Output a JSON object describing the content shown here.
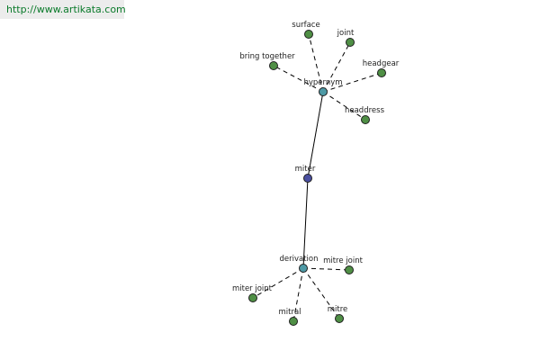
{
  "watermark": "http://www.artikata.com",
  "colors": {
    "leaf": "#4f8f45",
    "relation": "#4e9aa6",
    "center": "#4a4fa0"
  },
  "graph": {
    "nodes": [
      {
        "id": "miter",
        "label": "miter",
        "kind": "center"
      },
      {
        "id": "hypernym",
        "label": "hypernym",
        "kind": "relation"
      },
      {
        "id": "derivation",
        "label": "derivation",
        "kind": "relation"
      },
      {
        "id": "surface",
        "label": "surface",
        "kind": "leaf"
      },
      {
        "id": "joint",
        "label": "joint",
        "kind": "leaf"
      },
      {
        "id": "bring_together",
        "label": "bring together",
        "kind": "leaf"
      },
      {
        "id": "headgear",
        "label": "headgear",
        "kind": "leaf"
      },
      {
        "id": "headdress",
        "label": "headdress",
        "kind": "leaf"
      },
      {
        "id": "mitre_joint",
        "label": "mitre joint",
        "kind": "leaf"
      },
      {
        "id": "miter_joint",
        "label": "miter joint",
        "kind": "leaf"
      },
      {
        "id": "mitral",
        "label": "mitral",
        "kind": "leaf"
      },
      {
        "id": "mitre",
        "label": "mitre",
        "kind": "leaf"
      }
    ],
    "edges": [
      {
        "from": "miter",
        "to": "hypernym",
        "style": "solid"
      },
      {
        "from": "miter",
        "to": "derivation",
        "style": "solid"
      },
      {
        "from": "hypernym",
        "to": "surface",
        "style": "dashed"
      },
      {
        "from": "hypernym",
        "to": "joint",
        "style": "dashed"
      },
      {
        "from": "hypernym",
        "to": "bring_together",
        "style": "dashed"
      },
      {
        "from": "hypernym",
        "to": "headgear",
        "style": "dashed"
      },
      {
        "from": "hypernym",
        "to": "headdress",
        "style": "dashed"
      },
      {
        "from": "derivation",
        "to": "mitre_joint",
        "style": "dashed"
      },
      {
        "from": "derivation",
        "to": "miter_joint",
        "style": "dashed"
      },
      {
        "from": "derivation",
        "to": "mitral",
        "style": "dashed"
      },
      {
        "from": "derivation",
        "to": "mitre",
        "style": "dashed"
      }
    ]
  }
}
